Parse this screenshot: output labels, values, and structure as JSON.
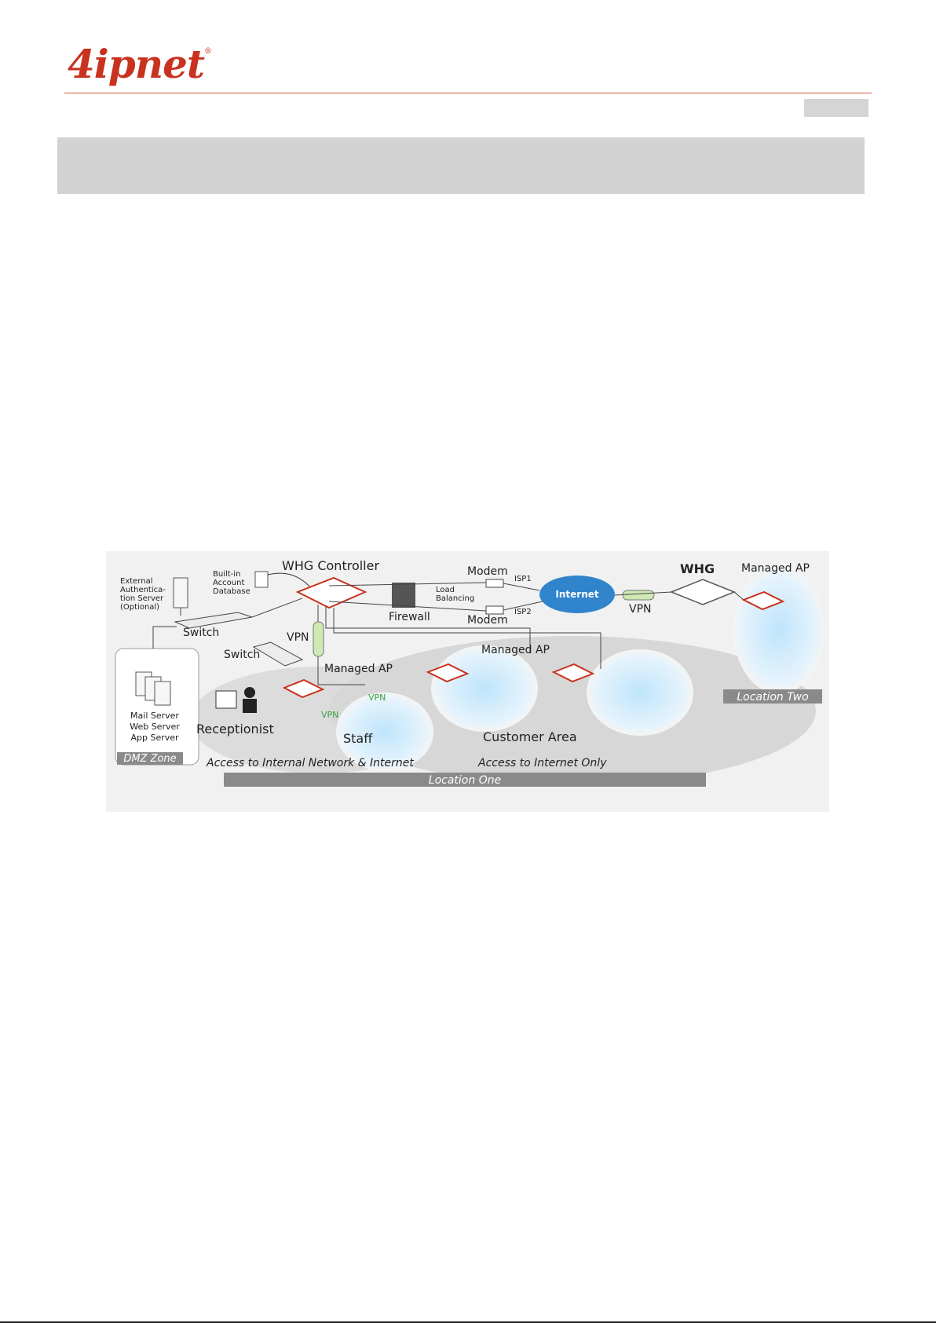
{
  "header": {
    "logo": "4ipnet",
    "logo_mark": "®"
  },
  "diagram": {
    "whg_controller": "WHG Controller",
    "builtin_db": [
      "Built-in",
      "Account",
      "Database"
    ],
    "ext_auth": [
      "External",
      "Authentica-",
      "tion Server",
      "(Optional)"
    ],
    "switch_top": "Switch",
    "switch_mid": "Switch",
    "vpn_left": "VPN",
    "modem_top": "Modem",
    "modem_bottom": "Modem",
    "isp1": "ISP1",
    "isp2": "ISP2",
    "load": "Load",
    "balancing": "Balancing",
    "firewall": "Firewall",
    "internet": "Internet",
    "vpn_right": "VPN",
    "whg": "WHG",
    "ap_right": "Managed AP",
    "ap_center": "Managed AP",
    "ap_left": "Managed AP",
    "servers": [
      "Mail Server",
      "Web Server",
      "App Server"
    ],
    "dmz": "DMZ Zone",
    "receptionist": "Receptionist",
    "staff": "Staff",
    "vpn_wifi": "VPN",
    "customer_area": "Customer Area",
    "access_internal": "Access to Internal Network & Internet",
    "access_internet": "Access to Internet Only",
    "location_one": "Location One",
    "location_two": "Location Two"
  }
}
